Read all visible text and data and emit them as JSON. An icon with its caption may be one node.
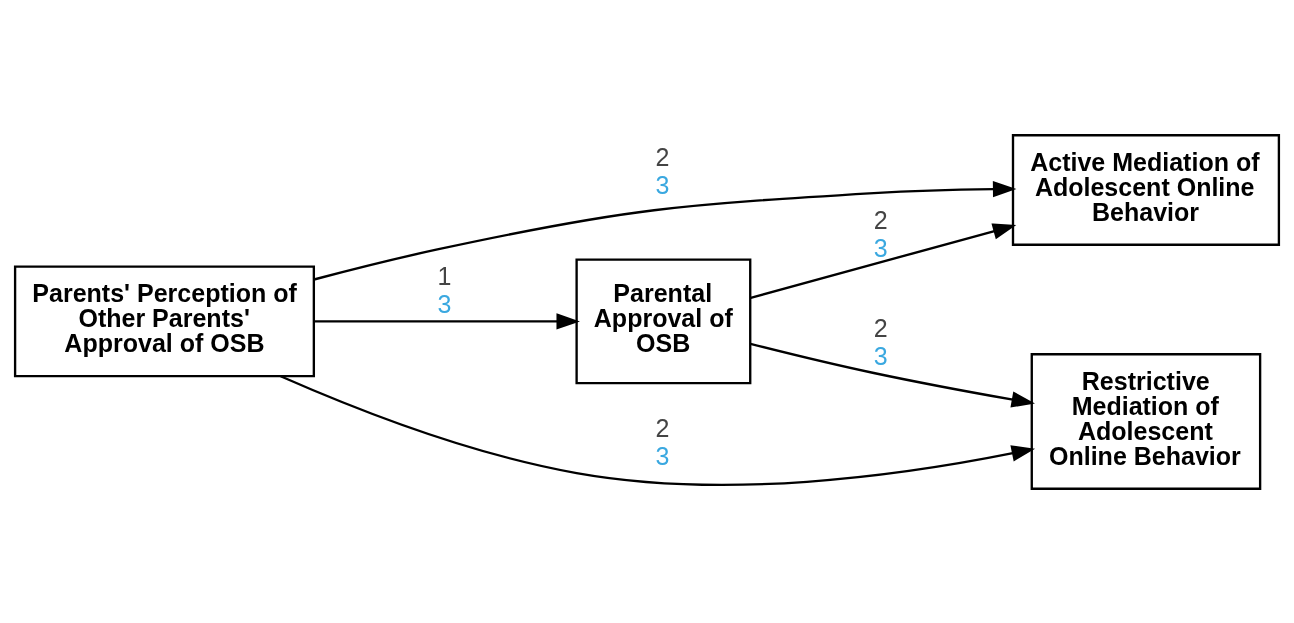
{
  "diagram": {
    "nodes": [
      {
        "text": [
          "Parental Approval of OSB"
        ]
      },
      {
        "text": [
          "Active Mediation of Adolescent Online Behavior"
        ]
      },
      {
        "text": [
          "Restrictive Mediation of Adolescent Online Behavior"
        ]
      },
      {
        "text": [
          "Parents' Perception of Other Parents' Approval of OSB"
        ]
      }
    ],
    "edges": [
      {
        "from": 3,
        "to": 0,
        "arrow": "to",
        "label": [
          "1",
          "3"
        ]
      },
      {
        "from": 0,
        "to": 1,
        "arrow": "to",
        "label": [
          "2",
          "3"
        ]
      },
      {
        "from": 0,
        "to": 2,
        "arrow": "to",
        "label": [
          "2",
          "3"
        ]
      },
      {
        "from": 3,
        "to": 1,
        "arrow": "to",
        "label": [
          "2",
          "3"
        ]
      },
      {
        "from": 3,
        "to": 2,
        "arrow": "to",
        "label": [
          "2",
          "3"
        ]
      }
    ]
  }
}
